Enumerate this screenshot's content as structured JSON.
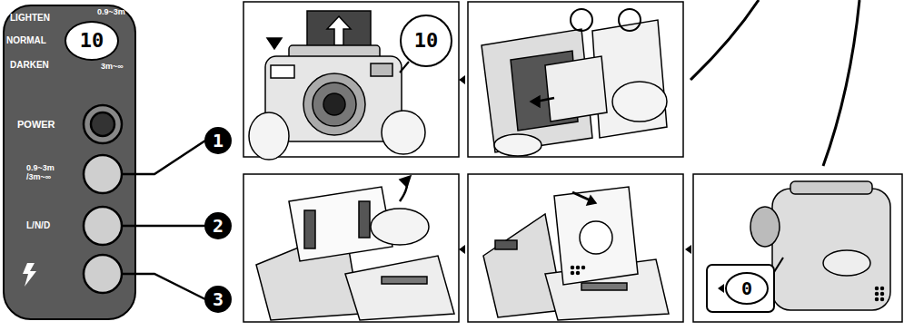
{
  "diagram": {
    "nodes": [
      {
        "text": [
          "LIGHTEN",
          "NORMAL",
          "DARKEN",
          "0.9~3m",
          "3m~∞",
          "POWER",
          "0.9~3m /3m~∞",
          "L/N/D"
        ]
      },
      {
        "text": [
          "10"
        ],
        "in": 0
      },
      {
        "text": [
          "1"
        ]
      },
      {
        "text": [
          "2"
        ]
      },
      {
        "text": [
          "3"
        ]
      },
      {
        "text": [
          "10"
        ]
      },
      {
        "text": [
          "0"
        ]
      }
    ]
  }
}
